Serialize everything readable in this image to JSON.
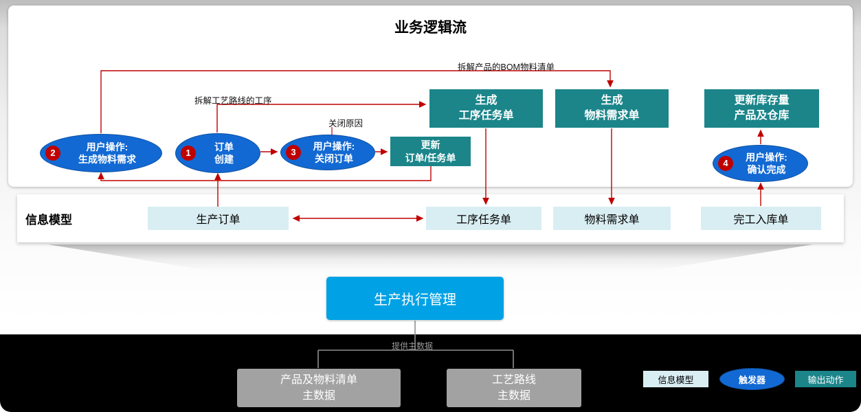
{
  "title": "业务逻辑流",
  "logic": {
    "triggers": [
      {
        "num": "1",
        "line1": "订单",
        "line2": "创建"
      },
      {
        "num": "2",
        "line1": "用户操作:",
        "line2": "生成物料需求"
      },
      {
        "num": "3",
        "line1": "用户操作:",
        "line2": "关闭订单"
      },
      {
        "num": "4",
        "line1": "用户操作:",
        "line2": "确认完成"
      }
    ],
    "actions": [
      {
        "line1": "生成",
        "line2": "工序任务单"
      },
      {
        "line1": "生成",
        "line2": "物料需求单"
      },
      {
        "line1": "更新库存量",
        "line2": "产品及仓库"
      },
      {
        "line1": "更新",
        "line2": "订单/任务单"
      }
    ],
    "annotations": {
      "bom": "拆解产品的BOM物料清单",
      "route": "拆解工艺路线的工序",
      "close_reason": "关闭原因"
    }
  },
  "info_model": {
    "label": "信息模型",
    "items": [
      {
        "label": "生产订单"
      },
      {
        "label": "工序任务单"
      },
      {
        "label": "物料需求单"
      },
      {
        "label": "完工入库单"
      }
    ]
  },
  "center": {
    "label": "生产执行管理"
  },
  "master_data": {
    "connector_label": "提供主数据",
    "items": [
      {
        "line1": "产品及物料清单",
        "line2": "主数据"
      },
      {
        "line1": "工艺路线",
        "line2": "主数据"
      }
    ]
  },
  "legend": {
    "info": "信息模型",
    "trigger": "触发器",
    "action": "输出动作"
  },
  "colors": {
    "trigger_blue": "#1269d3",
    "action_teal": "#1b858a",
    "info_cyan": "#d9eef3",
    "center_blue": "#00a2e5",
    "arrow_red": "#c00000",
    "badge_red": "#c00000",
    "master_gray": "#a2a2a2",
    "bottom_black": "#000000"
  }
}
